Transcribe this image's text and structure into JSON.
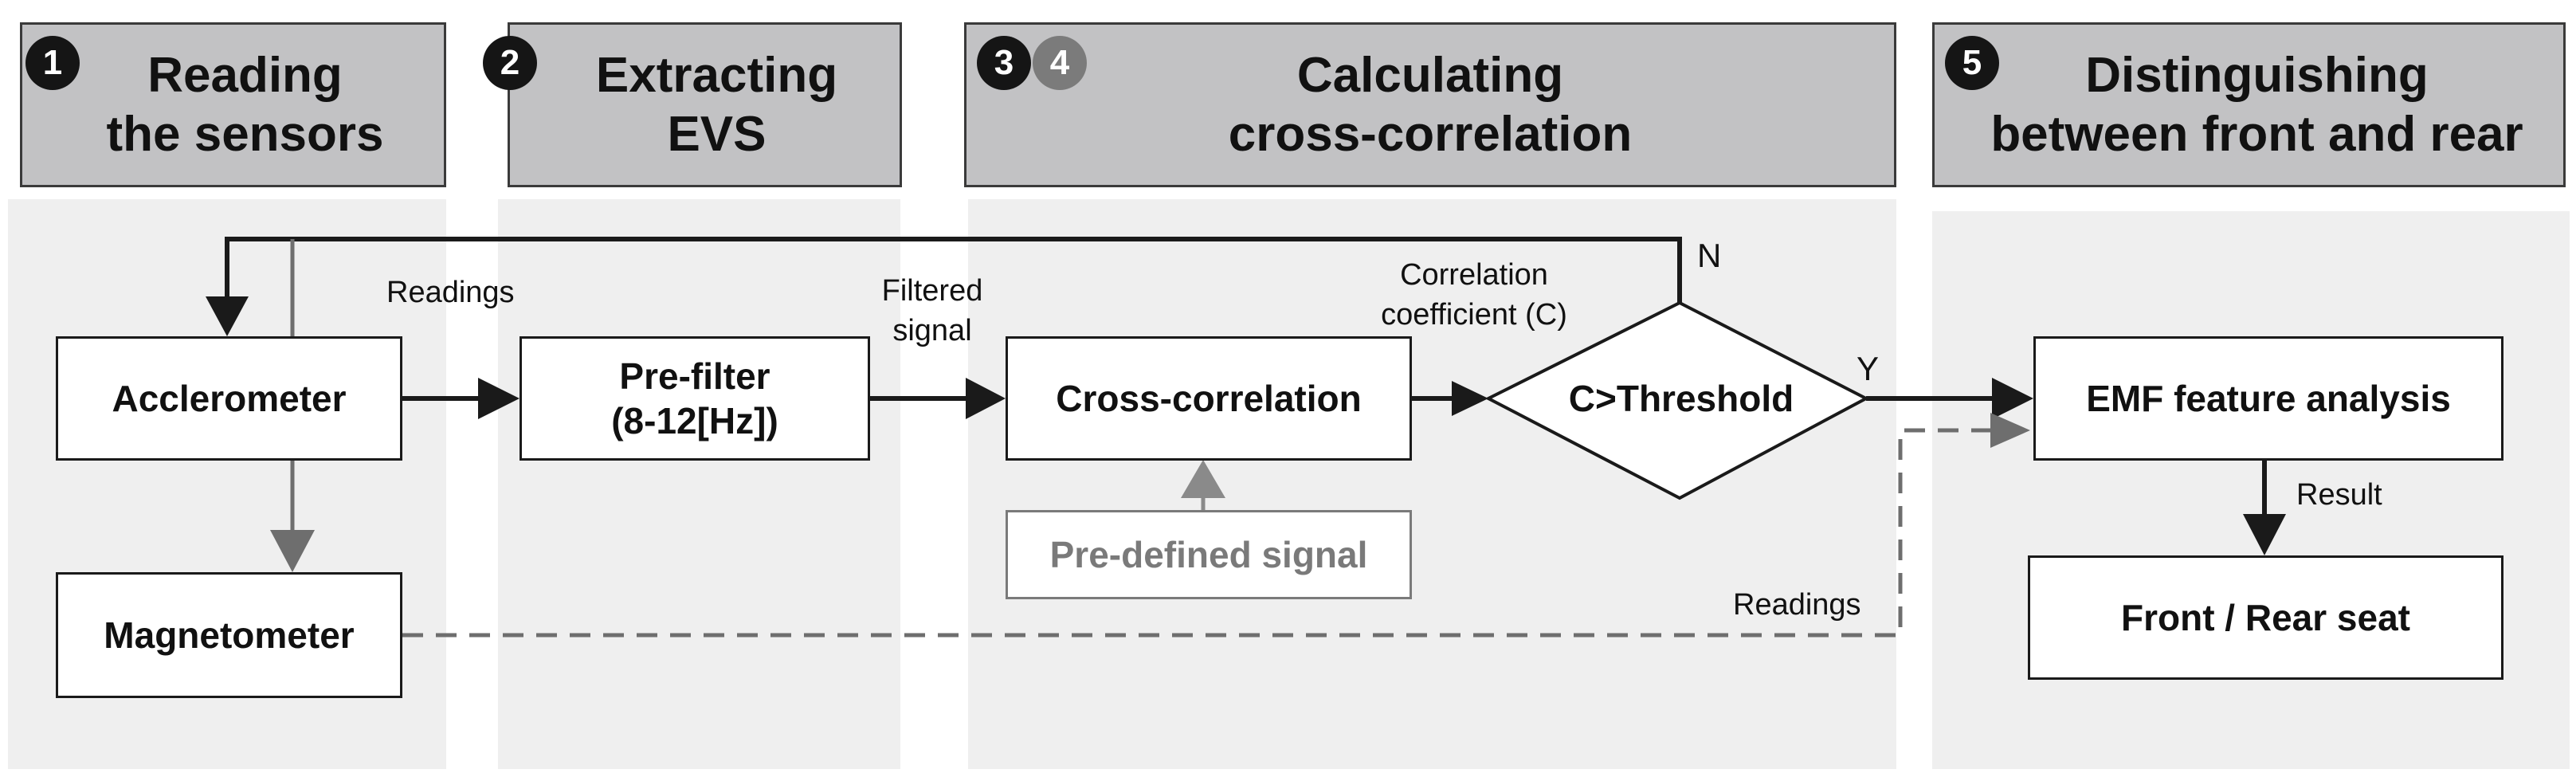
{
  "stages": [
    {
      "numbers": [
        "1"
      ],
      "title": "Reading\nthe sensors"
    },
    {
      "numbers": [
        "2"
      ],
      "title": "Extracting\nEVS"
    },
    {
      "numbers": [
        "3",
        "4"
      ],
      "title": "Calculating\ncross-correlation"
    },
    {
      "numbers": [
        "5"
      ],
      "title": "Distinguishing\nbetween front and rear"
    }
  ],
  "nodes": {
    "accelerometer": "Acclerometer",
    "magnetometer": "Magnetometer",
    "prefilter": "Pre-filter\n(8-12[Hz])",
    "cross_correlation": "Cross-correlation",
    "predefined_signal": "Pre-defined signal",
    "threshold": "C>Threshold",
    "emf_analysis": "EMF feature analysis",
    "front_rear": "Front / Rear seat"
  },
  "labels": {
    "readings_top": "Readings",
    "filtered_signal": "Filtered\nsignal",
    "correlation_coefficient": "Correlation\ncoefficient (C)",
    "no": "N",
    "yes": "Y",
    "result": "Result",
    "readings_bottom": "Readings"
  },
  "colors": {
    "header_fill": "#c2c2c4",
    "lane_fill": "#efefef",
    "line_dark": "#1a1a1a",
    "line_gray": "#6e6e6e"
  }
}
